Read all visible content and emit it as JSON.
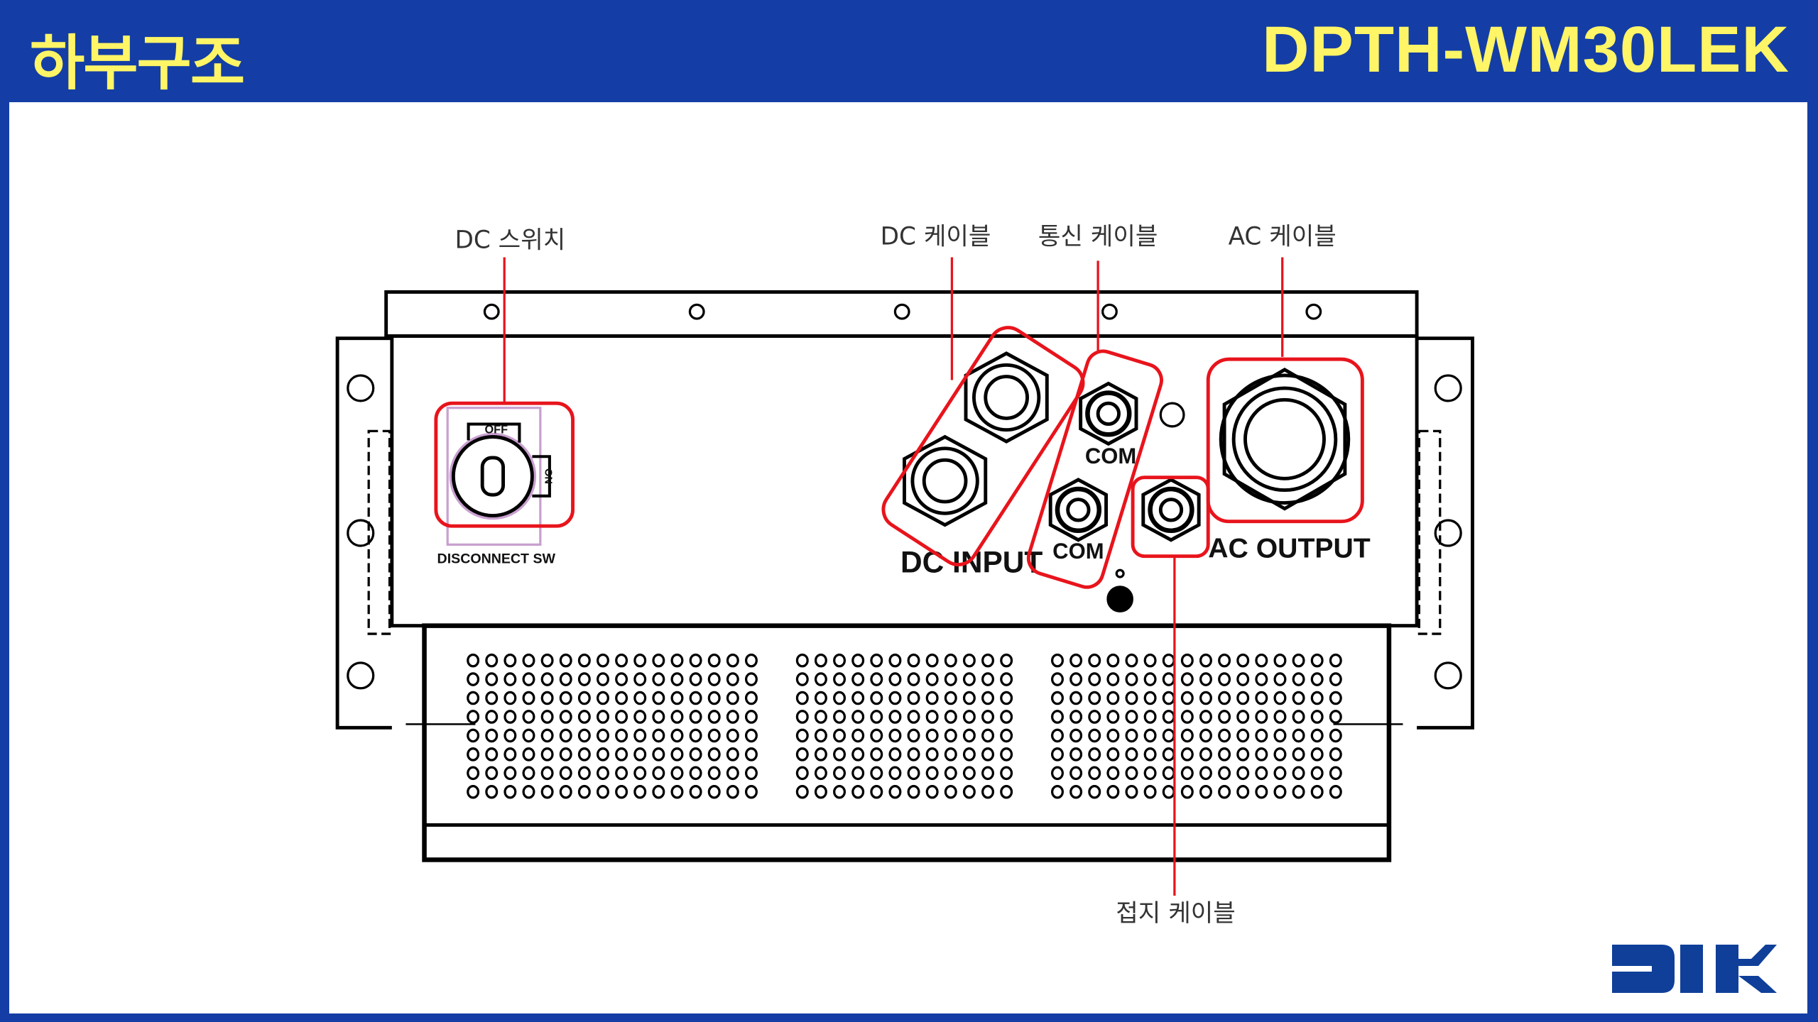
{
  "header": {
    "title": "하부구조",
    "model": "DPTH-WM30LEK"
  },
  "callouts": {
    "dc_switch": "DC 스위치",
    "dc_cable": "DC 케이블",
    "comm_cable": "통신 케이블",
    "ac_cable": "AC 케이블",
    "ground_cable": "접지 케이블"
  },
  "panel_markings": {
    "off": "OFF",
    "on": "ON",
    "disconnect_sw": "DISCONNECT SW",
    "dc_input": "DC INPUT",
    "com1": "COM",
    "com2": "COM",
    "ac_output": "AC OUTPUT"
  },
  "logo": {
    "text": "DIK"
  },
  "colors": {
    "brand_blue": "#143ea5",
    "title_yellow": "#fff566",
    "highlight_red": "#e8141c"
  }
}
